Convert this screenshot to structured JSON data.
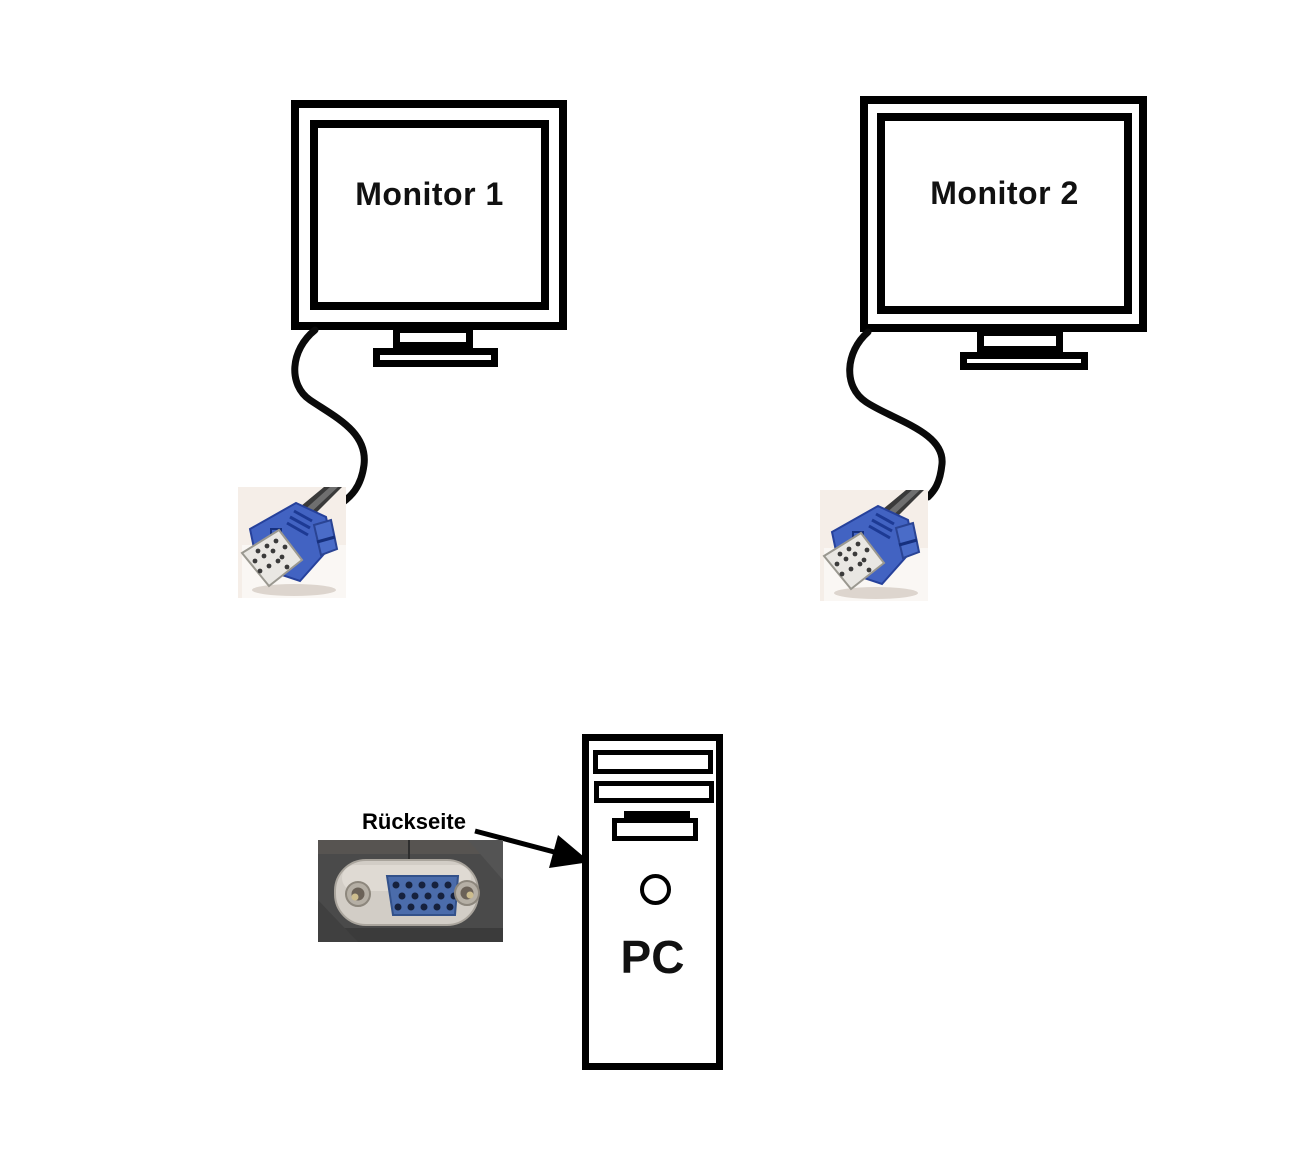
{
  "monitors": [
    {
      "label": "Monitor 1"
    },
    {
      "label": "Monitor 2"
    }
  ],
  "pc": {
    "label": "PC",
    "rear_label": "Rückseite"
  },
  "icons": {
    "monitor1_connector": "vga-male-connector-photo",
    "monitor2_connector": "vga-male-connector-photo",
    "pc_rear_port": "vga-female-port-photo",
    "pointer": "arrow-right"
  },
  "colors": {
    "outline": "#000000",
    "vga_blue": "#4263c2",
    "vga_blue_dark": "#26419b",
    "connector_metal": "#e9e7e3",
    "photo_background": "#f5eee8",
    "port_background": "#4a4a4a",
    "port_plate": "#d2cdc6",
    "port_blue": "#4b6cab",
    "cable": "#0a0a0a"
  }
}
